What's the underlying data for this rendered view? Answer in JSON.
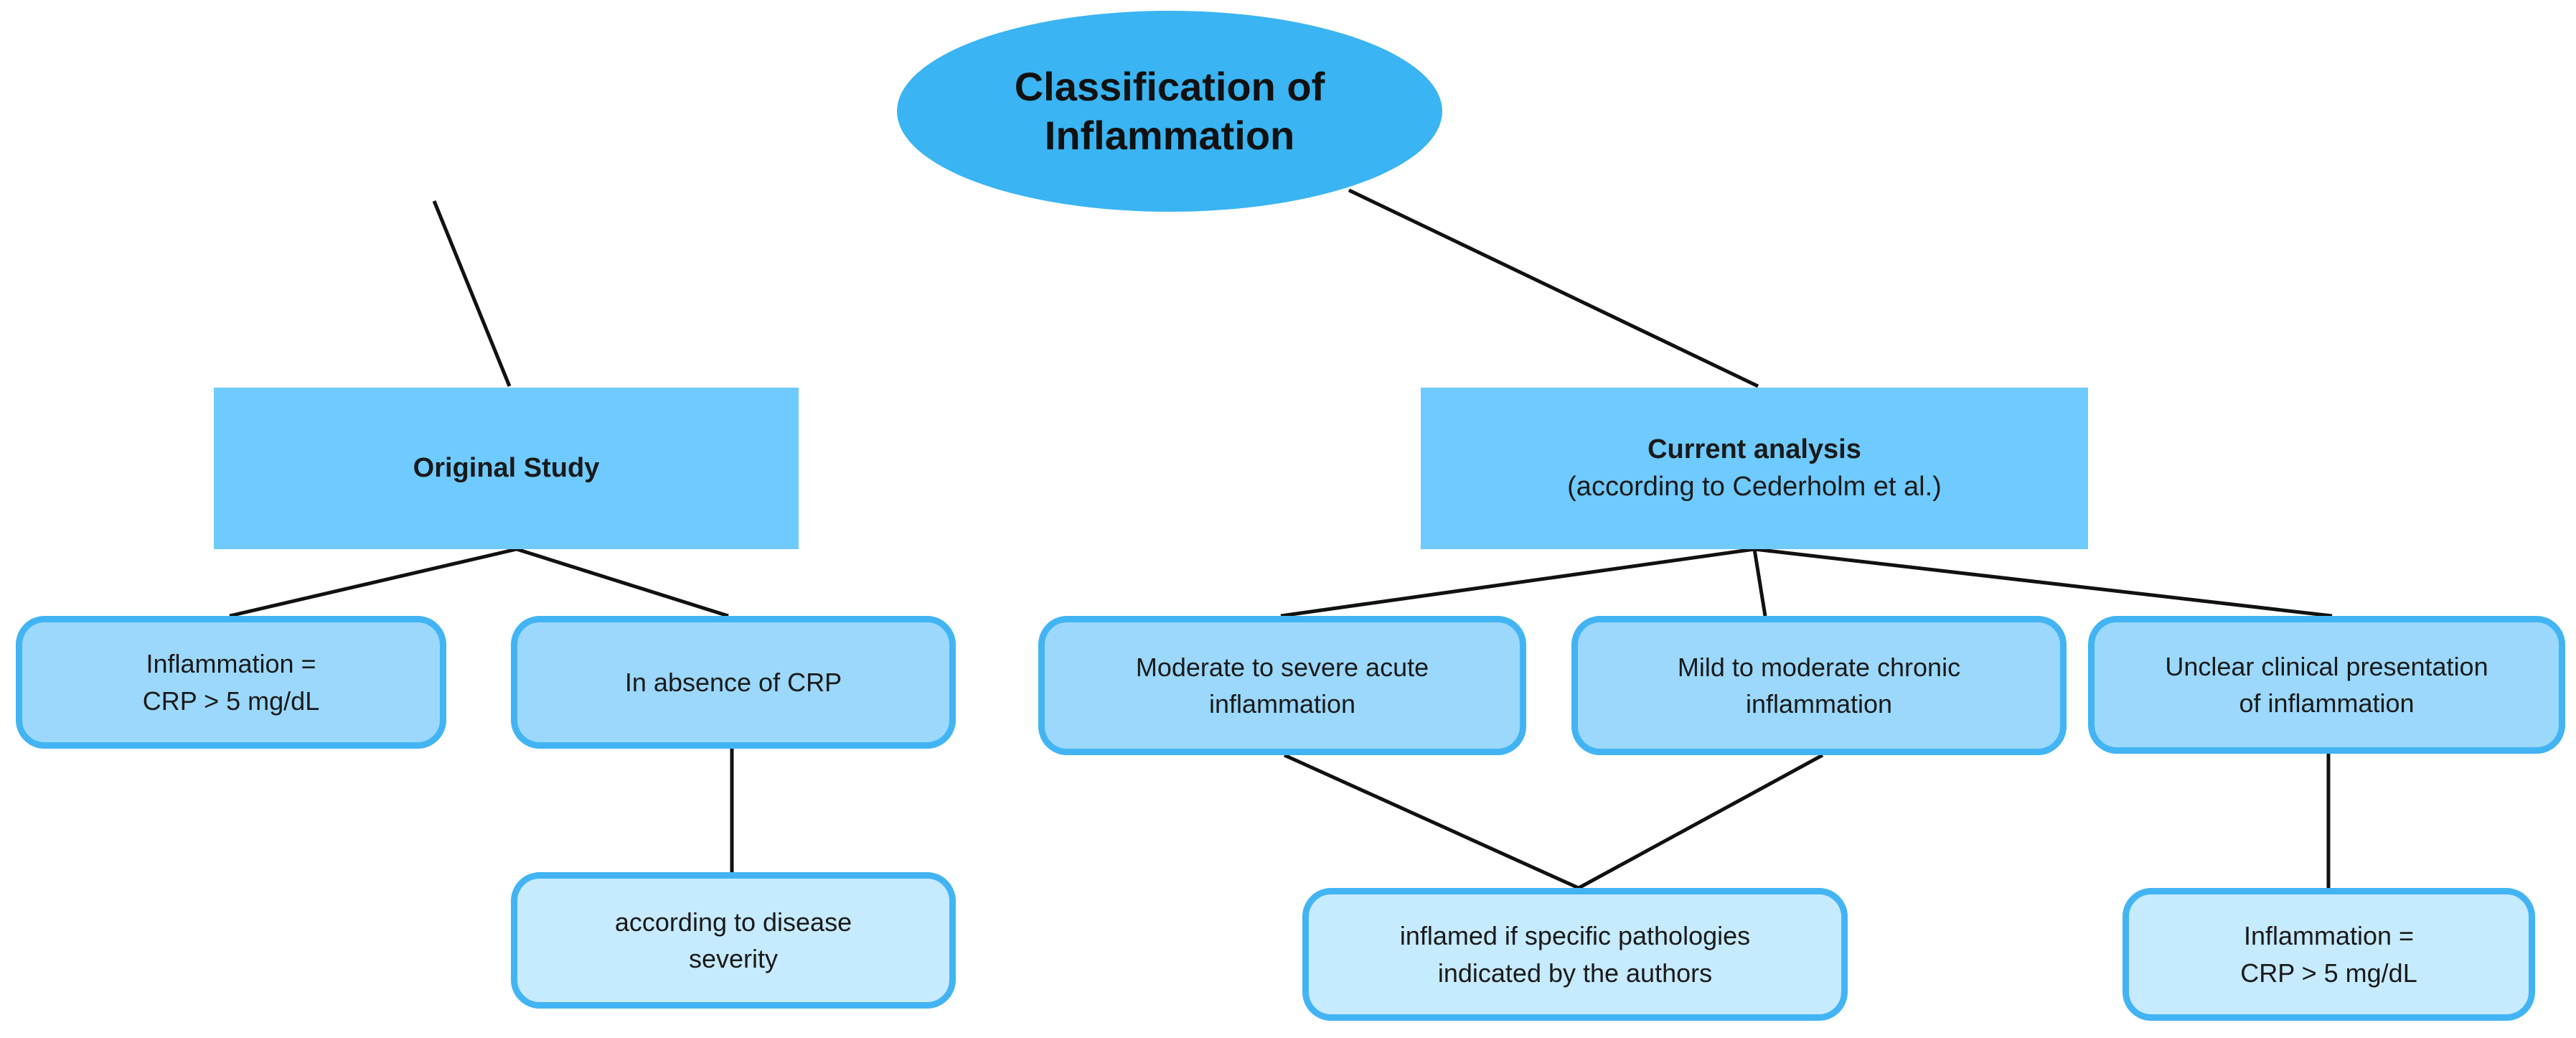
{
  "root": {
    "line1": "Classification of",
    "line2": "Inflammation"
  },
  "original": {
    "title": "Original Study",
    "children": [
      {
        "line1": "Inflammation =",
        "line2": "CRP > 5 mg/dL"
      },
      {
        "line1": "In absence of CRP"
      }
    ],
    "grandchild": {
      "line1": "according to disease",
      "line2": "severity"
    }
  },
  "current": {
    "title": "Current analysis",
    "subtitle": "(according to Cederholm et al.)",
    "children": [
      {
        "line1": "Moderate to severe acute",
        "line2": "inflammation"
      },
      {
        "line1": "Mild to moderate chronic",
        "line2": "inflammation"
      },
      {
        "line1": "Unclear clinical presentation",
        "line2": "of inflammation"
      }
    ],
    "shared_outcome": {
      "line1": "inflamed if specific pathologies",
      "line2": "indicated by the authors"
    },
    "unclear_outcome": {
      "line1": "Inflammation =",
      "line2": "CRP > 5 mg/dL"
    }
  },
  "colors": {
    "root_fill": "#3ab4f2",
    "category_fill": "#6fcaff",
    "leaf_fill": "#9bd8fb",
    "outcome_fill": "#c6eafe",
    "leaf_border": "#42b4f3",
    "connector": "#111111"
  }
}
